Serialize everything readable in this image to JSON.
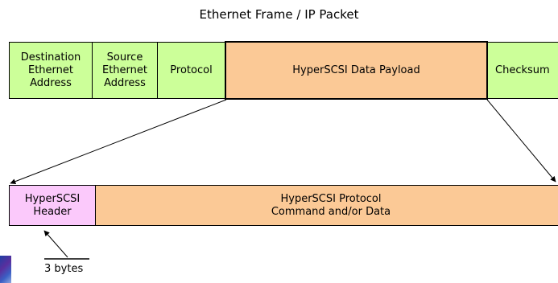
{
  "title": "Ethernet Frame / IP Packet",
  "frame_fields": [
    {
      "label": "Destination\nEthernet\nAddress",
      "color": "#ccff99"
    },
    {
      "label": "Source\nEthernet\nAddress",
      "color": "#ccff99"
    },
    {
      "label": "Protocol",
      "color": "#ccff99"
    },
    {
      "label": "HyperSCSI Data Payload",
      "color": "#fbc996"
    },
    {
      "label": "Checksum",
      "color": "#ccff99"
    }
  ],
  "packet_fields": [
    {
      "label": "HyperSCSI\nHeader",
      "color": "#fbc9fb"
    },
    {
      "label": "HyperSCSI Protocol\nCommand and/or Data",
      "color": "#fbc996"
    }
  ],
  "header_size_note": "3 bytes"
}
